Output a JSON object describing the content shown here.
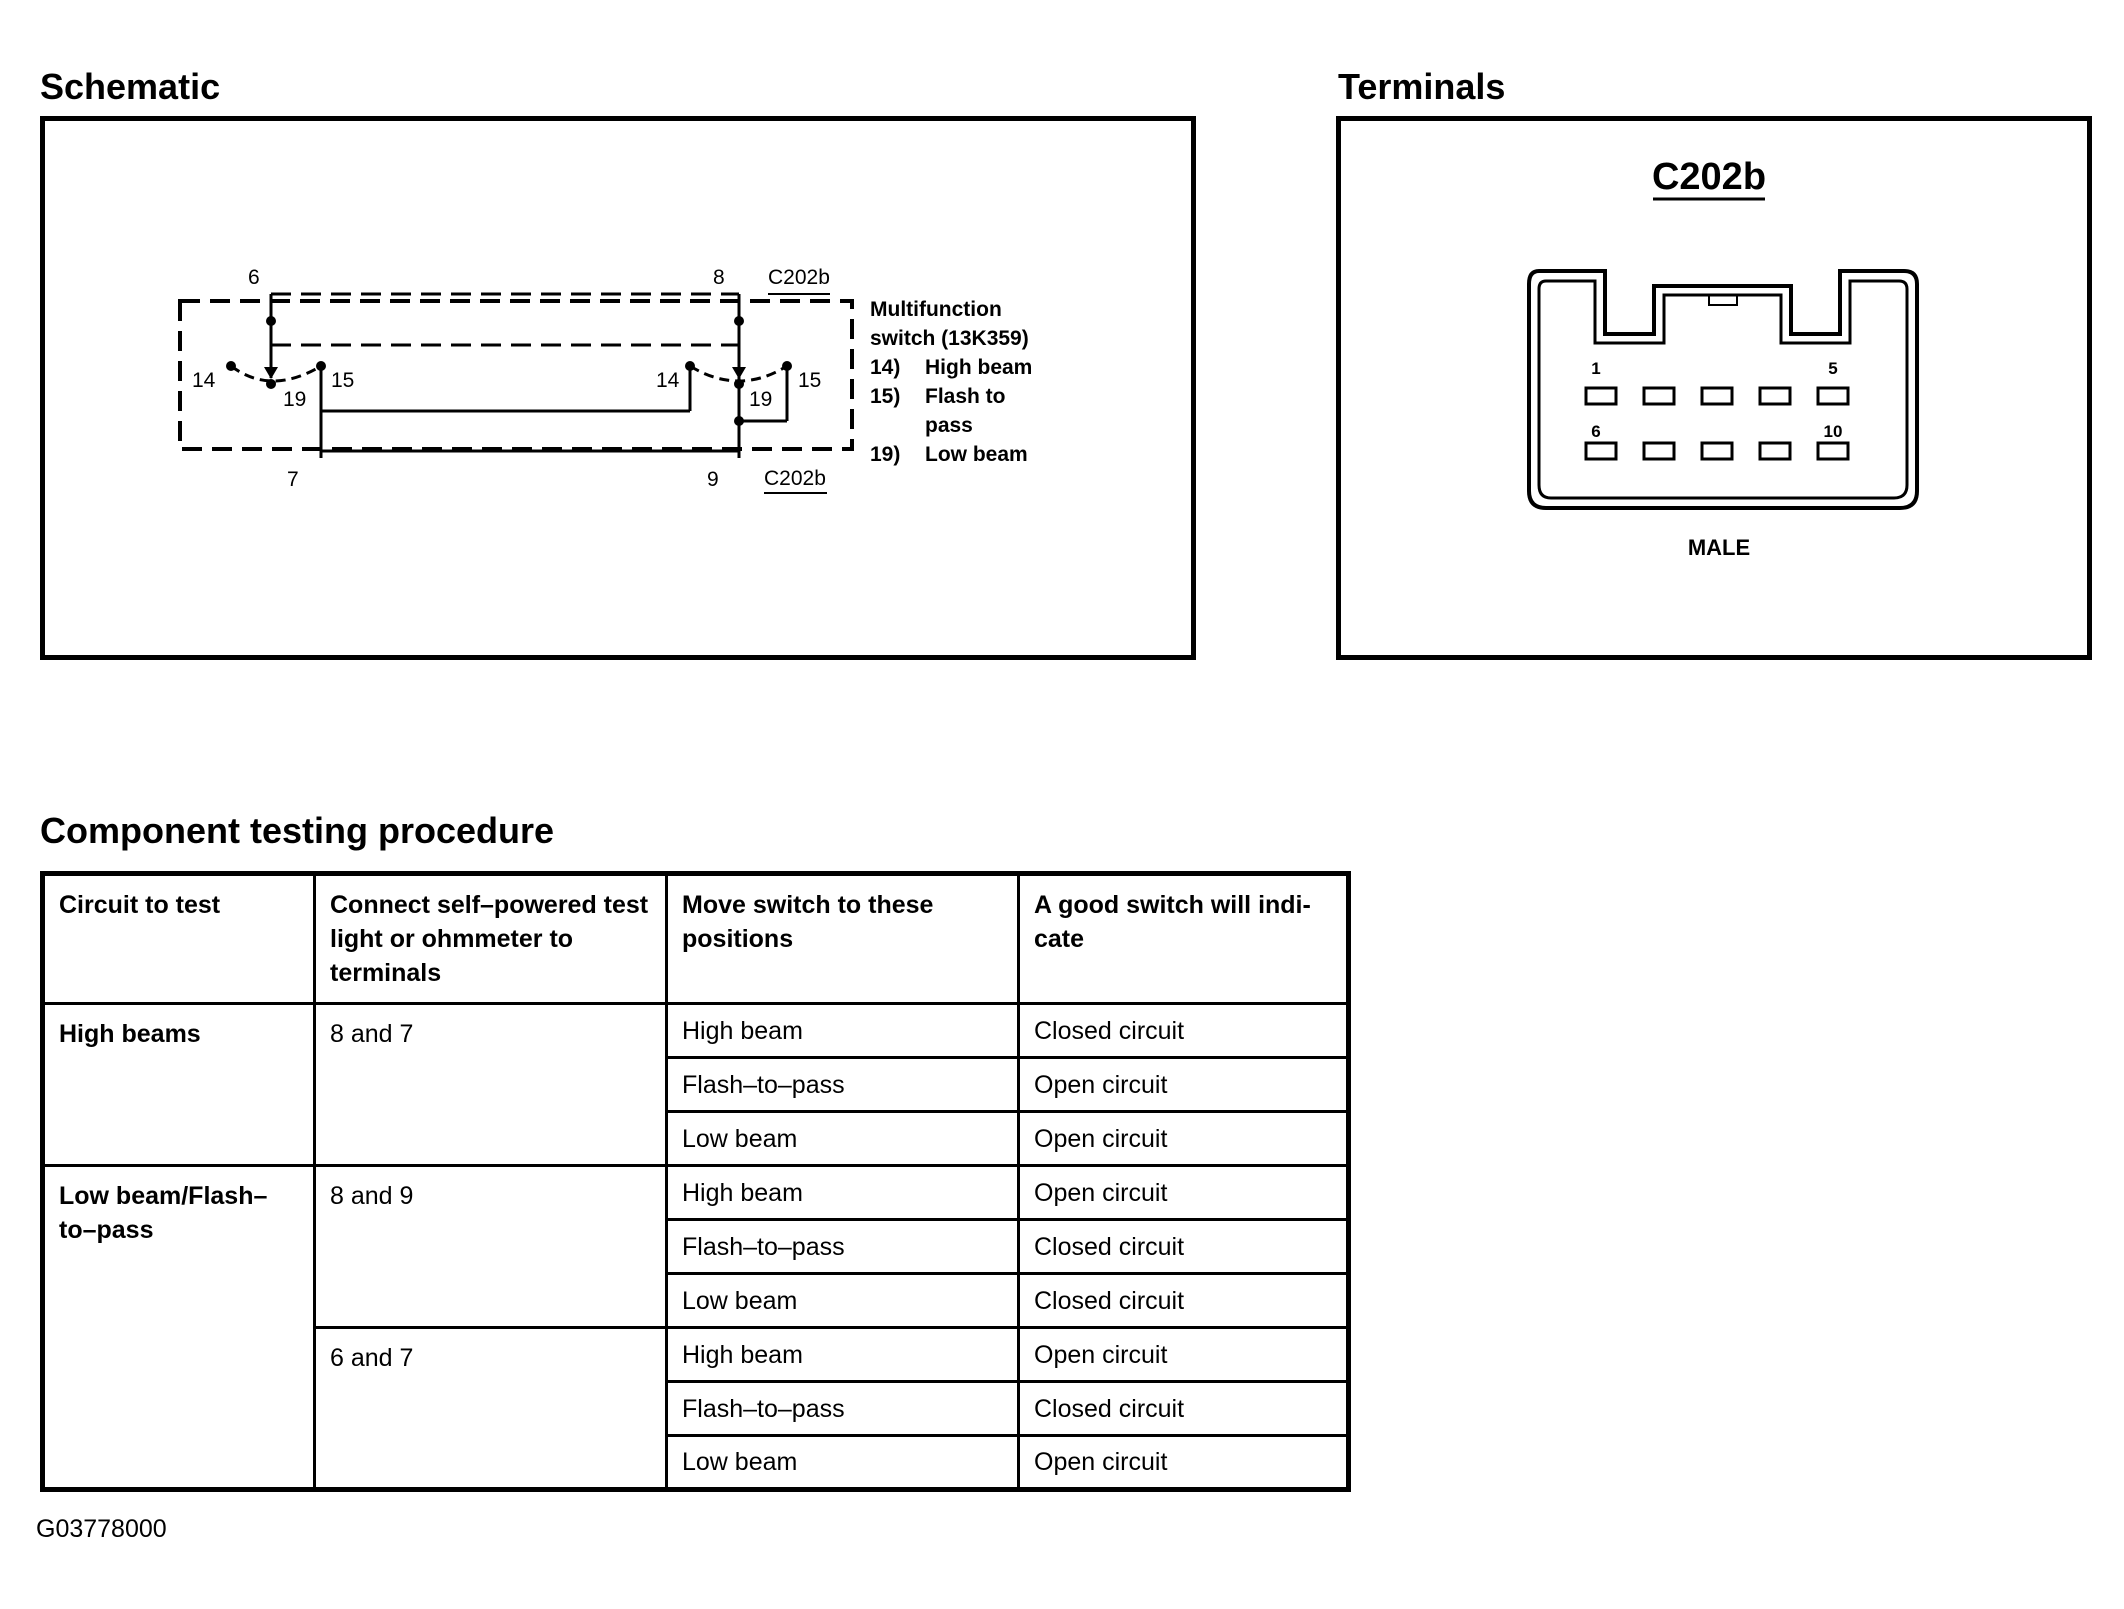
{
  "schematic": {
    "title": "Schematic",
    "connector_top": "C202b",
    "connector_bottom": "C202b",
    "pin_labels": {
      "top_left": "6",
      "top_right": "8",
      "bottom_left": "7",
      "bottom_right": "9",
      "left_14": "14",
      "left_19": "19",
      "left_15": "15",
      "right_14": "14",
      "right_19": "19",
      "right_15": "15"
    },
    "legend": {
      "line1": "Multifunction",
      "line2": "switch (13K359)",
      "item1_num": "14)",
      "item1_label": "High beam",
      "item2_num": "15)",
      "item2_label": "Flash to",
      "item2_label_cont": "pass",
      "item3_num": "19)",
      "item3_label": "Low beam"
    }
  },
  "terminals": {
    "title": "Terminals",
    "connector": "C202b",
    "pin_first_top": "1",
    "pin_last_top": "5",
    "pin_first_bottom": "6",
    "pin_last_bottom": "10",
    "gender": "MALE"
  },
  "procedure": {
    "title": "Component testing procedure",
    "headers": [
      "Circuit to test",
      "Connect self–powered test light or ohmmeter to terminals",
      "Move switch to these positions",
      "A good switch will indi- cate"
    ],
    "circuits": [
      {
        "name": "High beams",
        "tests": [
          {
            "terminals": "8 and 7",
            "rows": [
              {
                "position": "High beam",
                "result": "Closed circuit"
              },
              {
                "position": "Flash–to–pass",
                "result": "Open circuit"
              },
              {
                "position": "Low beam",
                "result": "Open circuit"
              }
            ]
          }
        ]
      },
      {
        "name": "Low beam/Flash– to–pass",
        "tests": [
          {
            "terminals": "8 and 9",
            "rows": [
              {
                "position": "High beam",
                "result": "Open circuit"
              },
              {
                "position": "Flash–to–pass",
                "result": "Closed circuit"
              },
              {
                "position": "Low beam",
                "result": "Closed circuit"
              }
            ]
          },
          {
            "terminals": "6 and 7",
            "rows": [
              {
                "position": "High beam",
                "result": "Open circuit"
              },
              {
                "position": "Flash–to–pass",
                "result": "Closed circuit"
              },
              {
                "position": "Low beam",
                "result": "Open circuit"
              }
            ]
          }
        ]
      }
    ]
  },
  "figure_id": "G03778000"
}
